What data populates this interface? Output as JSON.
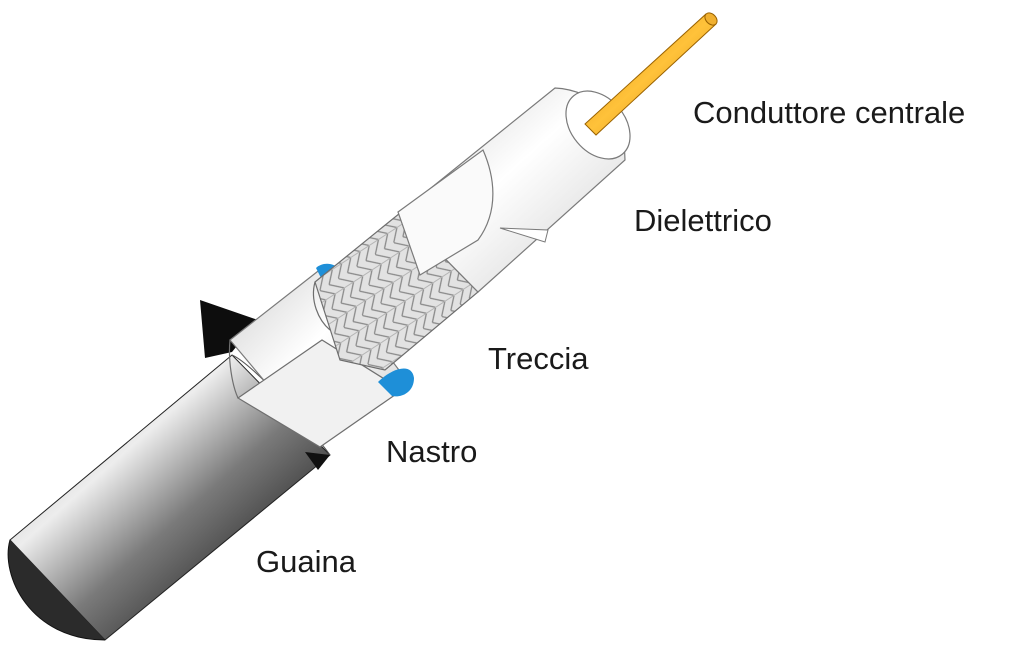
{
  "diagram": {
    "layers": [
      {
        "id": "conductor",
        "label": "Conduttore centrale",
        "color": "#f2a31b"
      },
      {
        "id": "dielectric",
        "label": "Dielettrico",
        "color": "#f4f4f4"
      },
      {
        "id": "braid",
        "label": "Treccia",
        "color": "#d6d6d6"
      },
      {
        "id": "tape",
        "label": "Nastro",
        "color": "#e8e8e8"
      },
      {
        "id": "jacket",
        "label": "Guaina",
        "color": "#5e5e5e"
      }
    ],
    "accent_colors": {
      "foil_blue": "#1e8fd8",
      "jacket_dark": "#101010"
    }
  }
}
